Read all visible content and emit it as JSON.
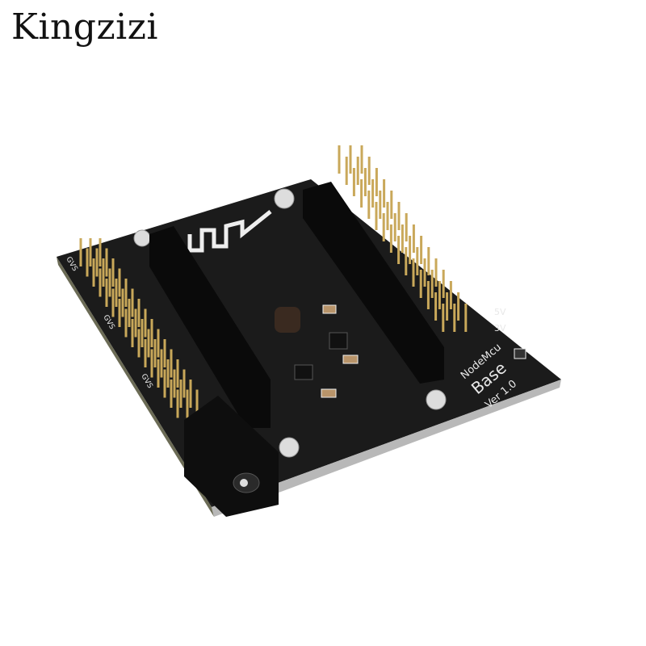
{
  "brand": {
    "watermark": "Kingzizi"
  },
  "board": {
    "name_line1": "NodeMcu",
    "name_line2": "Base",
    "version": "Ver 1.0",
    "label_5v": "5V",
    "label_3v": "3V",
    "pin_label": "GVS",
    "colors": {
      "pcb": "#141414",
      "silkscreen": "#e8e8e8",
      "pins": "#c9a85a",
      "background": "#ffffff"
    }
  }
}
